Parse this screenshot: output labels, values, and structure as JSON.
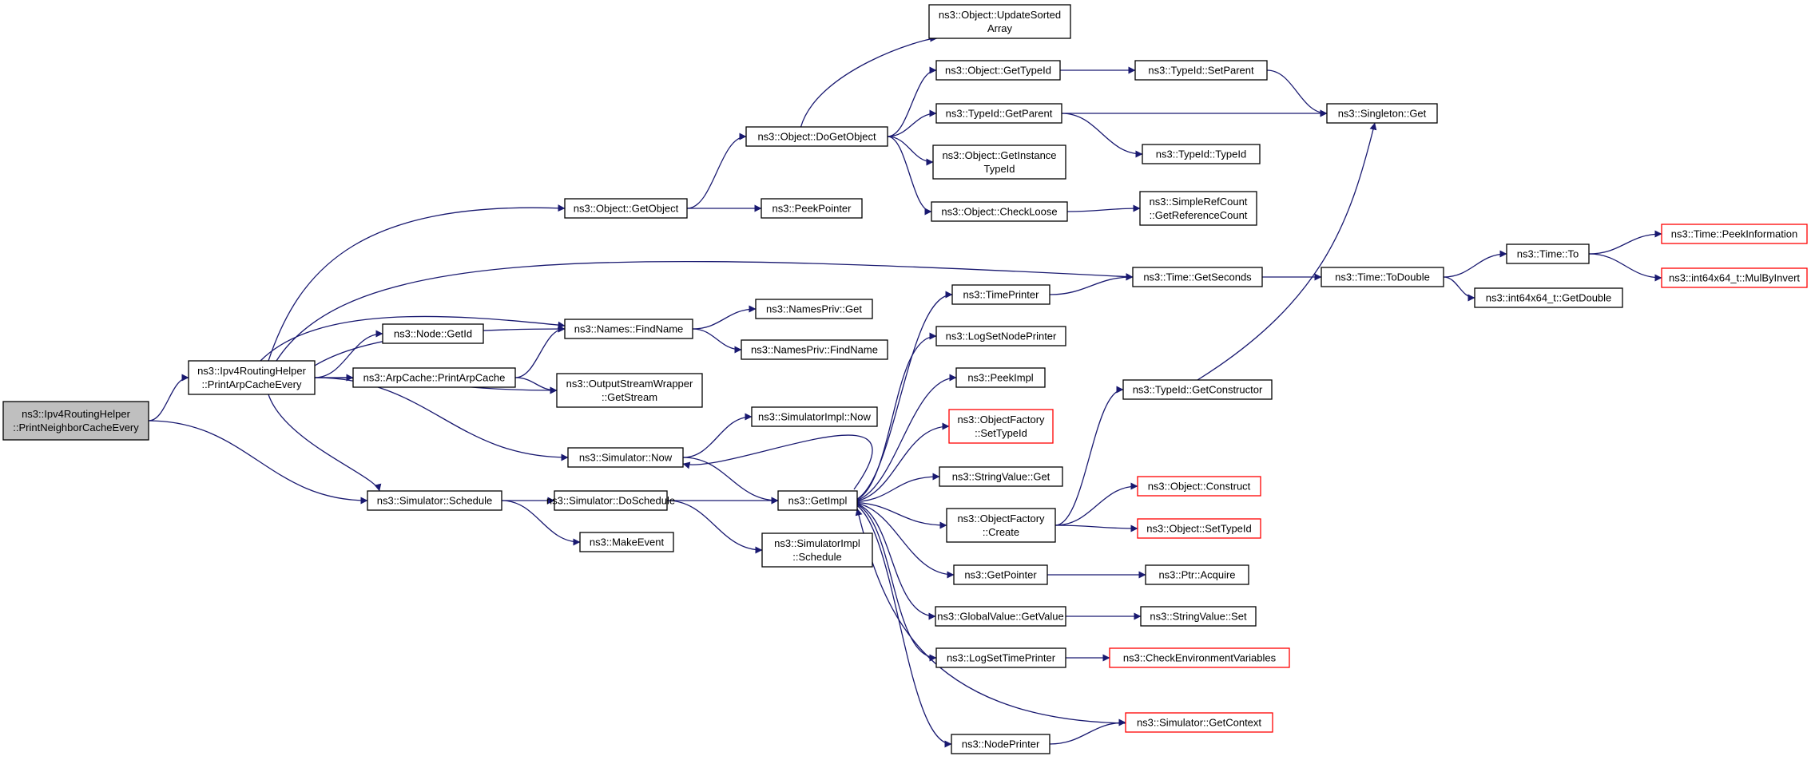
{
  "colors": {
    "edge": "#191970",
    "node_border": "#000000",
    "node_truncated_border": "#ff0000",
    "root_fill": "#bfbfbf",
    "node_fill": "#ffffff"
  },
  "nodes": [
    {
      "id": "root",
      "lines": [
        "ns3::Ipv4RoutingHelper",
        "::PrintNeighborCacheEvery"
      ],
      "kind": "root"
    },
    {
      "id": "printarp",
      "lines": [
        "ns3::Ipv4RoutingHelper",
        "::PrintArpCacheEvery"
      ],
      "kind": "normal"
    },
    {
      "id": "getobject",
      "lines": [
        "ns3::Object::GetObject"
      ],
      "kind": "normal"
    },
    {
      "id": "peekpointer",
      "lines": [
        "ns3::PeekPointer"
      ],
      "kind": "normal"
    },
    {
      "id": "dogetobject",
      "lines": [
        "ns3::Object::DoGetObject"
      ],
      "kind": "normal"
    },
    {
      "id": "updatesorted",
      "lines": [
        "ns3::Object::UpdateSorted",
        "Array"
      ],
      "kind": "normal"
    },
    {
      "id": "obj_gettypeid",
      "lines": [
        "ns3::Object::GetTypeId"
      ],
      "kind": "normal"
    },
    {
      "id": "tid_setparent",
      "lines": [
        "ns3::TypeId::SetParent"
      ],
      "kind": "normal"
    },
    {
      "id": "singleton",
      "lines": [
        "ns3::Singleton::Get"
      ],
      "kind": "normal"
    },
    {
      "id": "tid_getparent",
      "lines": [
        "ns3::TypeId::GetParent"
      ],
      "kind": "normal"
    },
    {
      "id": "tid_typeid",
      "lines": [
        "ns3::TypeId::TypeId"
      ],
      "kind": "normal"
    },
    {
      "id": "getinstance",
      "lines": [
        "ns3::Object::GetInstance",
        "TypeId"
      ],
      "kind": "normal"
    },
    {
      "id": "checkloose",
      "lines": [
        "ns3::Object::CheckLoose"
      ],
      "kind": "normal"
    },
    {
      "id": "refcount",
      "lines": [
        "ns3::SimpleRefCount",
        "::GetReferenceCount"
      ],
      "kind": "normal"
    },
    {
      "id": "getseconds",
      "lines": [
        "ns3::Time::GetSeconds"
      ],
      "kind": "normal"
    },
    {
      "id": "todouble",
      "lines": [
        "ns3::Time::ToDouble"
      ],
      "kind": "normal"
    },
    {
      "id": "time_to",
      "lines": [
        "ns3::Time::To"
      ],
      "kind": "normal"
    },
    {
      "id": "peekinfo",
      "lines": [
        "ns3::Time::PeekInformation"
      ],
      "kind": "truncated"
    },
    {
      "id": "mulbyinvert",
      "lines": [
        "ns3::int64x64_t::MulByInvert"
      ],
      "kind": "truncated"
    },
    {
      "id": "getdouble",
      "lines": [
        "ns3::int64x64_t::GetDouble"
      ],
      "kind": "normal"
    },
    {
      "id": "nodegetid",
      "lines": [
        "ns3::Node::GetId"
      ],
      "kind": "normal"
    },
    {
      "id": "findname",
      "lines": [
        "ns3::Names::FindName"
      ],
      "kind": "normal"
    },
    {
      "id": "namespriv_get",
      "lines": [
        "ns3::NamesPriv::Get"
      ],
      "kind": "normal"
    },
    {
      "id": "namespriv_find",
      "lines": [
        "ns3::NamesPriv::FindName"
      ],
      "kind": "normal"
    },
    {
      "id": "arpcache",
      "lines": [
        "ns3::ArpCache::PrintArpCache"
      ],
      "kind": "normal"
    },
    {
      "id": "outstream",
      "lines": [
        "ns3::OutputStreamWrapper",
        "::GetStream"
      ],
      "kind": "normal"
    },
    {
      "id": "sim_now",
      "lines": [
        "ns3::Simulator::Now"
      ],
      "kind": "normal"
    },
    {
      "id": "simimpl_now",
      "lines": [
        "ns3::SimulatorImpl::Now"
      ],
      "kind": "normal"
    },
    {
      "id": "timeprinter",
      "lines": [
        "ns3::TimePrinter"
      ],
      "kind": "normal"
    },
    {
      "id": "logsetnode",
      "lines": [
        "ns3::LogSetNodePrinter"
      ],
      "kind": "normal"
    },
    {
      "id": "peekimpl",
      "lines": [
        "ns3::PeekImpl"
      ],
      "kind": "normal"
    },
    {
      "id": "objfactory_settid",
      "lines": [
        "ns3::ObjectFactory",
        "::SetTypeId"
      ],
      "kind": "truncated"
    },
    {
      "id": "strval_get",
      "lines": [
        "ns3::StringValue::Get"
      ],
      "kind": "normal"
    },
    {
      "id": "objfactory_create",
      "lines": [
        "ns3::ObjectFactory",
        "::Create"
      ],
      "kind": "normal"
    },
    {
      "id": "tid_getctor",
      "lines": [
        "ns3::TypeId::GetConstructor"
      ],
      "kind": "normal"
    },
    {
      "id": "obj_construct",
      "lines": [
        "ns3::Object::Construct"
      ],
      "kind": "truncated"
    },
    {
      "id": "obj_settid",
      "lines": [
        "ns3::Object::SetTypeId"
      ],
      "kind": "truncated"
    },
    {
      "id": "sim_schedule",
      "lines": [
        "ns3::Simulator::Schedule"
      ],
      "kind": "normal"
    },
    {
      "id": "sim_doschedule",
      "lines": [
        "ns3::Simulator::DoSchedule"
      ],
      "kind": "normal"
    },
    {
      "id": "getimpl",
      "lines": [
        "ns3::GetImpl"
      ],
      "kind": "normal"
    },
    {
      "id": "makeevent",
      "lines": [
        "ns3::MakeEvent"
      ],
      "kind": "normal"
    },
    {
      "id": "simimpl_schedule",
      "lines": [
        "ns3::SimulatorImpl",
        "::Schedule"
      ],
      "kind": "normal"
    },
    {
      "id": "getpointer",
      "lines": [
        "ns3::GetPointer"
      ],
      "kind": "normal"
    },
    {
      "id": "ptr_acquire",
      "lines": [
        "ns3::Ptr::Acquire"
      ],
      "kind": "normal"
    },
    {
      "id": "gv_getvalue",
      "lines": [
        "ns3::GlobalValue::GetValue"
      ],
      "kind": "normal"
    },
    {
      "id": "strval_set",
      "lines": [
        "ns3::StringValue::Set"
      ],
      "kind": "normal"
    },
    {
      "id": "logsettime",
      "lines": [
        "ns3::LogSetTimePrinter"
      ],
      "kind": "normal"
    },
    {
      "id": "checkenv",
      "lines": [
        "ns3::CheckEnvironmentVariables"
      ],
      "kind": "truncated"
    },
    {
      "id": "sim_getcontext",
      "lines": [
        "ns3::Simulator::GetContext"
      ],
      "kind": "truncated"
    },
    {
      "id": "nodeprinter",
      "lines": [
        "ns3::NodePrinter"
      ],
      "kind": "normal"
    }
  ]
}
